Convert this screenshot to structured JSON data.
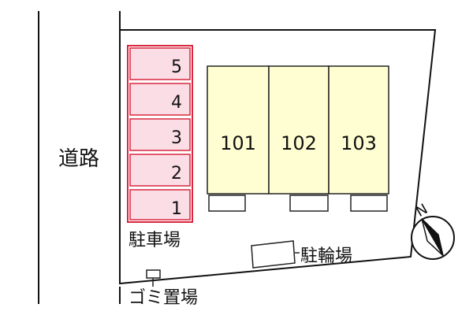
{
  "road": {
    "label": "道路"
  },
  "parking": {
    "label": "駐車場",
    "spaces": [
      "5",
      "4",
      "3",
      "2",
      "1"
    ],
    "fill_color": "#fbdde6",
    "border_color": "#d8273f"
  },
  "units": {
    "fill_color": "#fefed2",
    "items": [
      {
        "label": "101"
      },
      {
        "label": "102"
      },
      {
        "label": "103"
      }
    ]
  },
  "bicycle_parking": {
    "label": "駐輪場"
  },
  "garbage_area": {
    "label": "ゴミ置場"
  },
  "compass": {
    "label": "N",
    "icon": "north-arrow-icon"
  }
}
